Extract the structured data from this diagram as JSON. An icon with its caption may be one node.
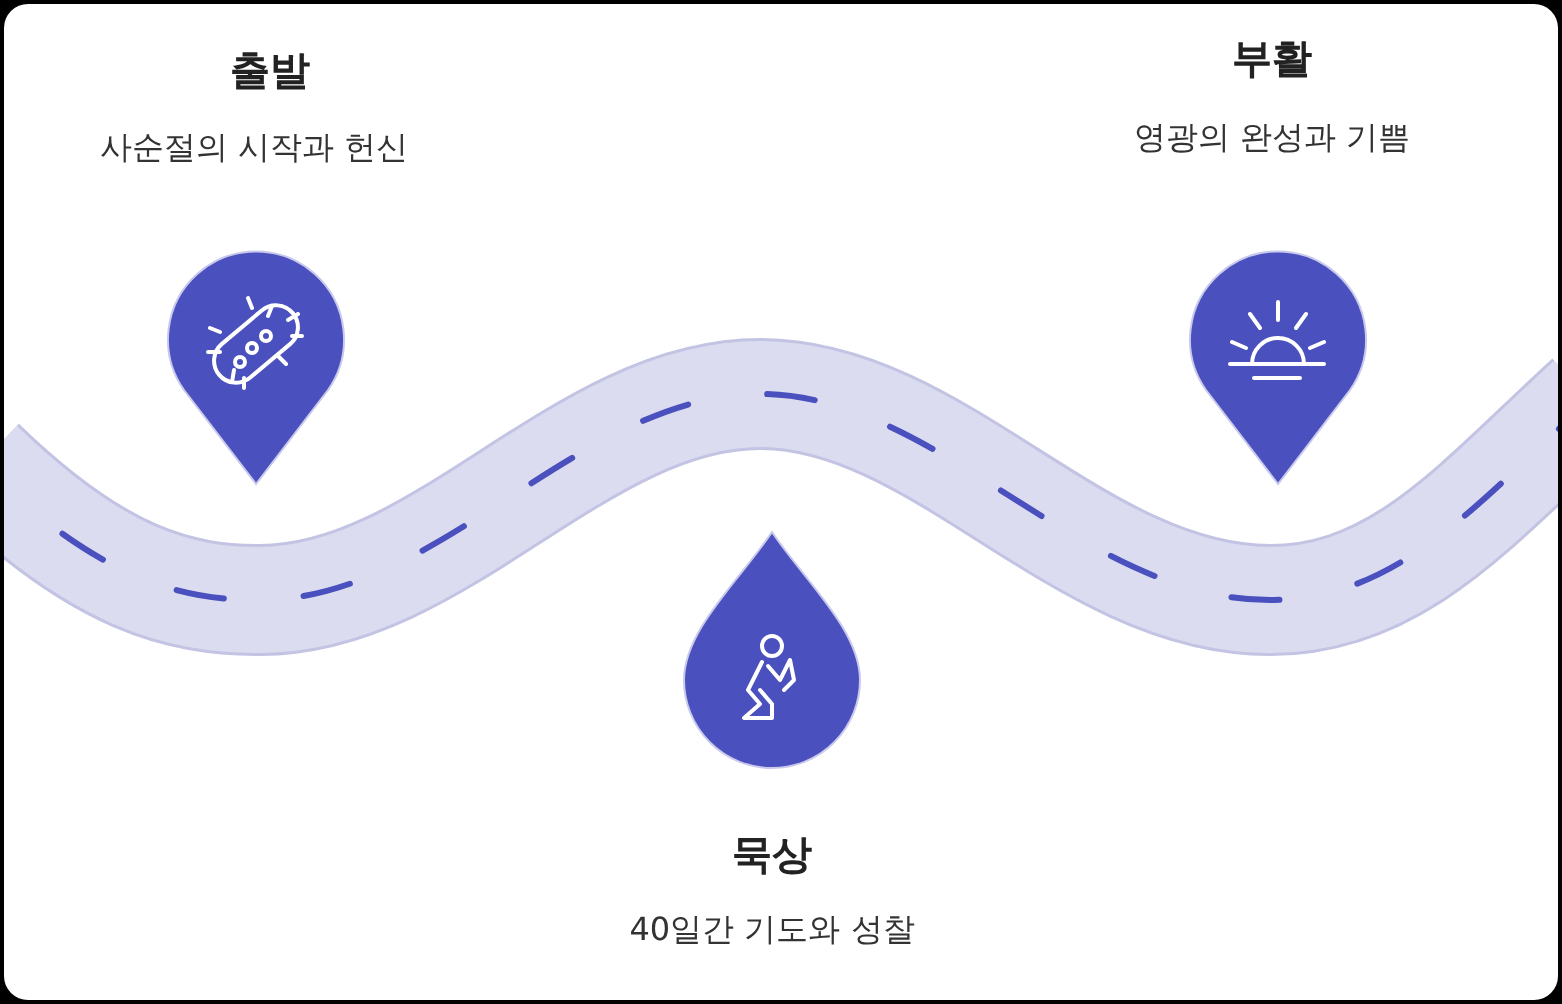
{
  "diagram": {
    "labels": [
      "출발",
      "사순절의 시작과 헌신",
      "부활",
      "영광의 완성과 기쁨",
      "묵상",
      "40일간 기도와 성찰"
    ]
  }
}
